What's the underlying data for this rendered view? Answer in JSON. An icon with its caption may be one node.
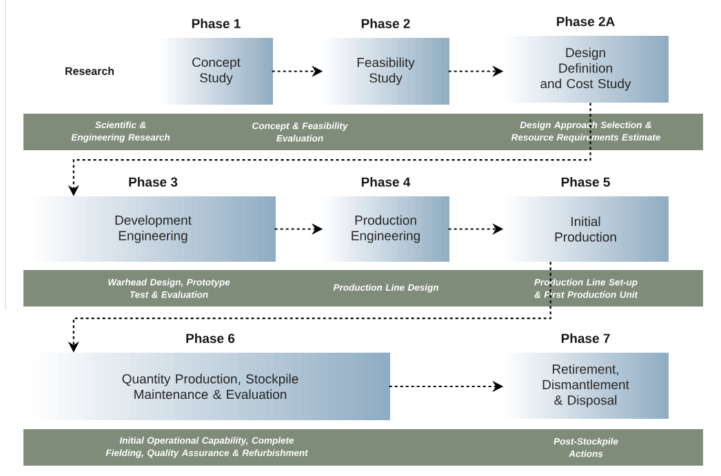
{
  "diagram": {
    "nodes": [
      {
        "text": [
          "Phase 1",
          "Concept Study"
        ]
      },
      {
        "text": [
          "Phase 2",
          "Feasibility Study"
        ]
      },
      {
        "text": [
          "Phase 2A",
          "Design Definition and Cost Study"
        ]
      },
      {
        "text": [
          "Phase 3",
          "Development Engineering"
        ]
      },
      {
        "text": [
          "Phase 4",
          "Production Engineering"
        ]
      },
      {
        "text": [
          "Phase 5",
          "Initial Production"
        ]
      },
      {
        "text": [
          "Phase 6",
          "Quantity Production, Stockpile Maintenance & Evaluation"
        ]
      },
      {
        "text": [
          "Phase 7",
          "Retirement, Dismantlement & Disposal"
        ]
      }
    ],
    "edges": [
      {
        "from": 0,
        "to": 1,
        "arrow": "to"
      },
      {
        "from": 1,
        "to": 2,
        "arrow": "to"
      },
      {
        "from": 2,
        "to": 3,
        "arrow": "to"
      },
      {
        "from": 3,
        "to": 4,
        "arrow": "to"
      },
      {
        "from": 4,
        "to": 5,
        "arrow": "to"
      },
      {
        "from": 5,
        "to": 6,
        "arrow": "to"
      },
      {
        "from": 6,
        "to": 7,
        "arrow": "to"
      }
    ],
    "labels": [
      "Research",
      "Scientific & Engineering Research",
      "Concept & Feasibility Evaluation",
      "Design Approach Selection & Resource Requirements Estimate",
      "Warhead Design, Prototype Test & Evaluation",
      "Production Line Design",
      "Production Line Set-up & First Production Unit",
      "Initial Operational Capability, Complete Fielding, Quality Assurance & Refurbishment",
      "Post-Stockpile Actions"
    ]
  }
}
